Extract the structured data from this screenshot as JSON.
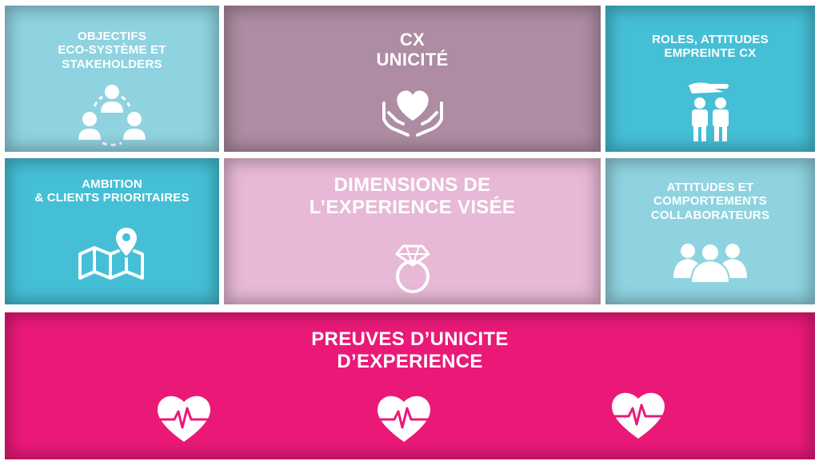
{
  "tiles": {
    "objectifs": {
      "lines": "OBJECTIFS\nECO-SYSTÈME ET\nSTAKEHOLDERS",
      "icon": "people-cycle-icon",
      "color": "#8fd3e0"
    },
    "cx": {
      "lines": "CX\nUNICITÉ",
      "icon": "heart-hands-icon",
      "color": "#ae8ca3"
    },
    "roles": {
      "lines": "ROLES, ATTITUDES\nEMPREINTE CX",
      "icon": "hand-over-people-icon",
      "color": "#45bfd6"
    },
    "ambition": {
      "lines": "AMBITION\n& CLIENTS PRIORITAIRES",
      "icon": "map-pin-icon",
      "color": "#45bfd6"
    },
    "dimensions": {
      "lines": "DIMENSIONS DE\nL’EXPERIENCE VISÉE",
      "icon": "diamond-ring-icon",
      "color": "#e7b9d6"
    },
    "attitudes": {
      "lines": "ATTITUDES ET\nCOMPORTEMENTS\nCOLLABORATEURS",
      "icon": "group-people-icon",
      "color": "#8fd3e0"
    },
    "preuves": {
      "lines": "PREUVES D’UNICITE\nD’EXPERIENCE",
      "icon": "heartbeat-heart-icon",
      "color": "#ea1978"
    }
  }
}
